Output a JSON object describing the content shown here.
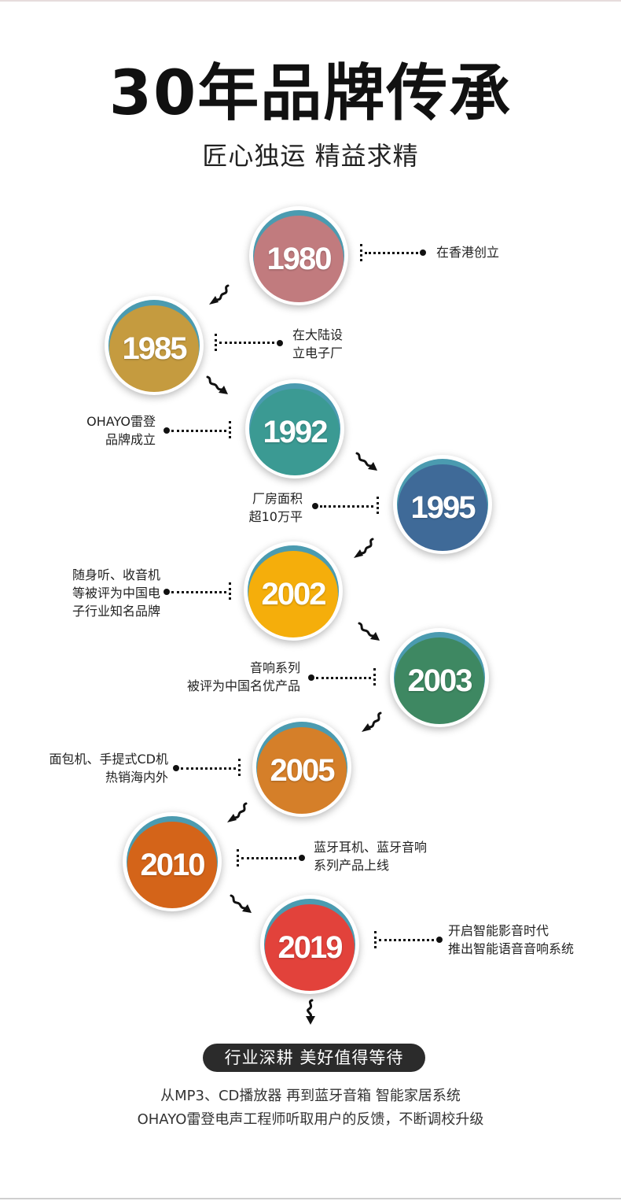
{
  "title": "30年品牌传承",
  "subtitle": "匠心独运 精益求精",
  "milestones": [
    {
      "year": "1980",
      "lines": [
        "在香港创立"
      ],
      "color": "#c17b7e"
    },
    {
      "year": "1985",
      "lines": [
        "在大陆设",
        "立电子厂"
      ],
      "color": "#c59b3f"
    },
    {
      "year": "1992",
      "lines": [
        "OHAYO雷登",
        "品牌成立"
      ],
      "color": "#3b9a93"
    },
    {
      "year": "1995",
      "lines": [
        "厂房面积",
        "超10万平"
      ],
      "color": "#3f6a98"
    },
    {
      "year": "2002",
      "lines": [
        "随身听、收音机",
        "等被评为中国电",
        "子行业知名品牌"
      ],
      "color": "#f5ae0b"
    },
    {
      "year": "2003",
      "lines": [
        "音响系列",
        "被评为中国名优产品"
      ],
      "color": "#3e8862"
    },
    {
      "year": "2005",
      "lines": [
        "面包机、手提式CD机",
        "热销海内外"
      ],
      "color": "#d57f29"
    },
    {
      "year": "2010",
      "lines": [
        "蓝牙耳机、蓝牙音响",
        "系列产品上线"
      ],
      "color": "#d46419"
    },
    {
      "year": "2019",
      "lines": [
        "开启智能影音时代",
        "推出智能语音音响系统"
      ],
      "color": "#e2423b"
    }
  ],
  "tagline": "行业深耕 美好值得等待",
  "description": [
    "从MP3、CD播放器 再到蓝牙音箱 智能家居系统",
    "OHAYO雷登电声工程师听取用户的反馈，不断调校升级"
  ]
}
